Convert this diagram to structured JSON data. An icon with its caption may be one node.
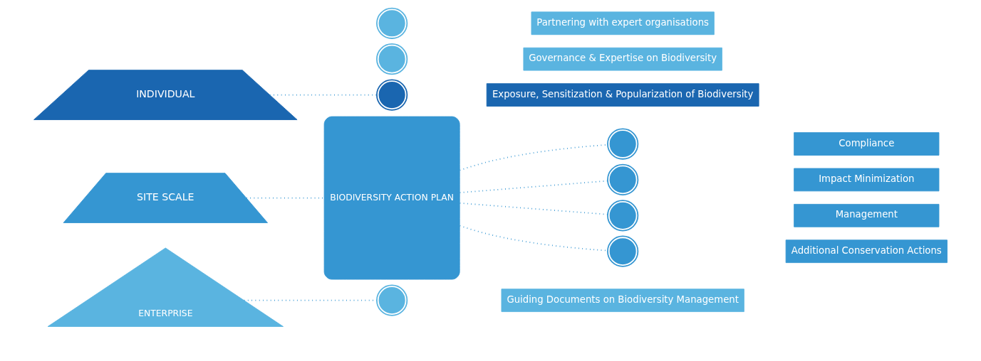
{
  "diagram": {
    "nodes": [
      {
        "text": [
          "ENTERPRISE"
        ]
      },
      {
        "text": [
          "SITE SCALE"
        ]
      },
      {
        "text": [
          "INDIVIDUAL"
        ]
      },
      {
        "text": [],
        "shape": "circle"
      },
      {
        "text": [
          "Governance & Expertise on Biodiversity"
        ]
      },
      {
        "text": [],
        "shape": "circle"
      },
      {
        "text": [
          "Guiding Documents on Biodiversity Management"
        ]
      },
      {
        "text": [],
        "shape": "circle"
      },
      {
        "text": [
          "Partnering with expert organisations"
        ]
      },
      {
        "text": [
          "BIODIVERSITY ACTION PLAN"
        ]
      },
      {
        "text": [],
        "shape": "circle"
      },
      {
        "text": [
          "Compliance"
        ]
      },
      {
        "text": [],
        "shape": "circle"
      },
      {
        "text": [
          "Impact Minimization"
        ]
      },
      {
        "text": [],
        "shape": "circle"
      },
      {
        "text": [
          "Management"
        ]
      },
      {
        "text": [],
        "shape": "circle"
      },
      {
        "text": [
          "Additional Conservation Actions"
        ]
      },
      {
        "text": [],
        "shape": "circle"
      },
      {
        "text": [
          "Exposure, Sensitization & Popularization of Biodiversity"
        ]
      }
    ],
    "edges": [
      {
        "from": 0,
        "to": 5,
        "arrow": "none"
      },
      {
        "from": 1,
        "to": 9,
        "arrow": "none"
      },
      {
        "from": 9,
        "to": 10,
        "arrow": "none"
      },
      {
        "from": 9,
        "to": 12,
        "arrow": "none"
      },
      {
        "from": 9,
        "to": 14,
        "arrow": "none"
      },
      {
        "from": 9,
        "to": 16,
        "arrow": "none"
      },
      {
        "from": 2,
        "to": 18,
        "arrow": "none"
      }
    ]
  }
}
